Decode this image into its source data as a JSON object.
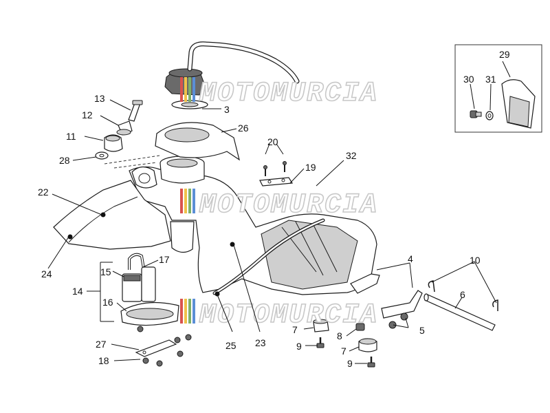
{
  "watermark": {
    "text": "MOTOMURCIA",
    "stripe_colors": [
      "#d9534f",
      "#f0c24b",
      "#7fb069",
      "#5b8fd6"
    ]
  },
  "callouts": {
    "n3": "3",
    "n4": "4",
    "n5": "5",
    "n6": "6",
    "n7a": "7",
    "n7b": "7",
    "n8": "8",
    "n9a": "9",
    "n9b": "9",
    "n10": "10",
    "n11": "11",
    "n12": "12",
    "n13": "13",
    "n14": "14",
    "n15": "15",
    "n16": "16",
    "n17": "17",
    "n18": "18",
    "n19": "19",
    "n20": "20",
    "n22": "22",
    "n23": "23",
    "n24": "24",
    "n25": "25",
    "n26": "26",
    "n27": "27",
    "n28": "28",
    "n29": "29",
    "n30": "30",
    "n31": "31",
    "n32": "32"
  }
}
